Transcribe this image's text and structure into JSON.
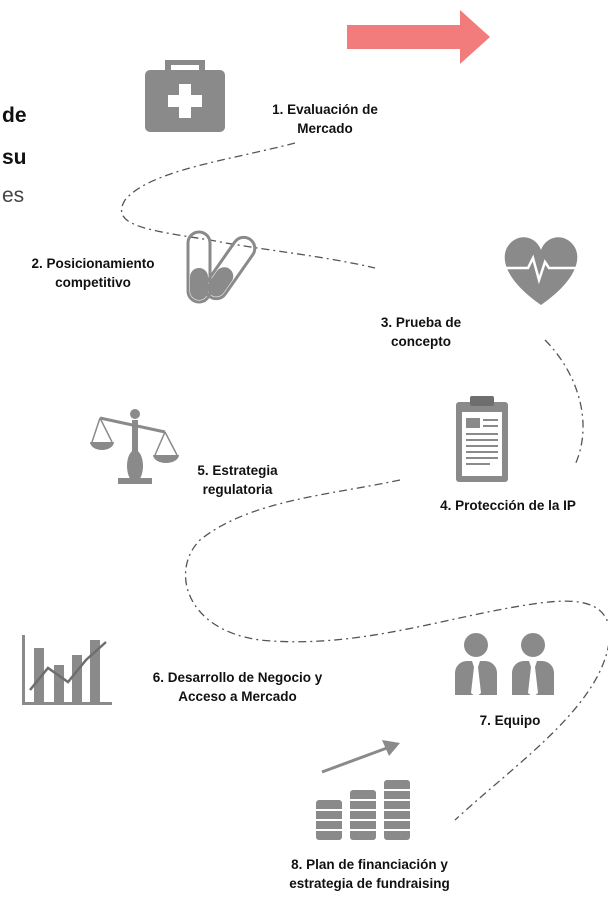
{
  "left_text_fragments": [
    "de",
    "su",
    "es"
  ],
  "steps": [
    {
      "line1": "1. Evaluación de",
      "line2": "Mercado",
      "icon": "first-aid-kit-icon"
    },
    {
      "line1": "2. Posicionamiento",
      "line2": "competitivo",
      "icon": "pills-icon"
    },
    {
      "line1": "3. Prueba de",
      "line2": "concepto",
      "icon": "heart-pulse-icon"
    },
    {
      "line1": "4. Protección de la IP",
      "line2": "",
      "icon": "clipboard-document-icon"
    },
    {
      "line1": "5. Estrategia",
      "line2": "regulatoria",
      "icon": "scales-icon"
    },
    {
      "line1": "6. Desarrollo de Negocio y",
      "line2": "Acceso a Mercado",
      "icon": "bar-chart-icon"
    },
    {
      "line1": "7. Equipo",
      "line2": "",
      "icon": "team-people-icon"
    },
    {
      "line1": "8. Plan de financiación y",
      "line2": "estrategia de fundraising",
      "icon": "coin-stacks-icon"
    }
  ],
  "colors": {
    "arrow": "#f27b7b",
    "icon": "#8a8a8a",
    "path": "#555555",
    "text": "#111111"
  }
}
